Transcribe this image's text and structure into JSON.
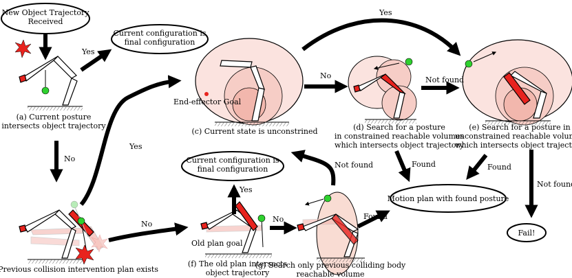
{
  "nodes": {
    "new_trajectory": "New Object Trajectory\nReceived",
    "final_config_top": "Current configuration is\nfinal configuration",
    "final_config_mid": "Current configuration is\nfinal configuration",
    "motion_plan": "Motion plan with found posture",
    "fail": "Fail!"
  },
  "captions": {
    "a": "(a) Current posture\nintersects object trajectory",
    "b": "(b) Previous collision intervention plan exists",
    "c": "(c) Current state is unconstrined",
    "d": "(d) Search for a posture\nin constrained reachable volumes\nwhich intersects object trajectory",
    "e": "(e) Search for a posture in\nunconstrained reachable volumes\nwhich intersects object trajectory",
    "f": "(f) The old plan intersects\nobject trajectory",
    "g": "(g) Search only previous colliding body\nreachable volume"
  },
  "labels": {
    "end_effector_goal": "End-effector Goal",
    "old_plan_goal": "Old plan goal"
  },
  "edges": {
    "a_to_final_yes": "Yes",
    "a_to_b_no": "No",
    "b_to_c_yes": "Yes",
    "b_to_f_no": "No",
    "c_to_e_yes": "Yes",
    "c_to_d_no": "No",
    "d_to_e_not_found": "Not found",
    "d_found": "Found",
    "e_found": "Found",
    "e_not_found": "Not found",
    "f_yes": "Yes",
    "f_no": "No",
    "g_found": "Found",
    "g_not_found": "Not found"
  },
  "colors": {
    "volume_fill": "#f9d6d2",
    "red_link": "#e8231e",
    "green_goal": "#2fd12f",
    "collision_star": "#e8231e"
  }
}
